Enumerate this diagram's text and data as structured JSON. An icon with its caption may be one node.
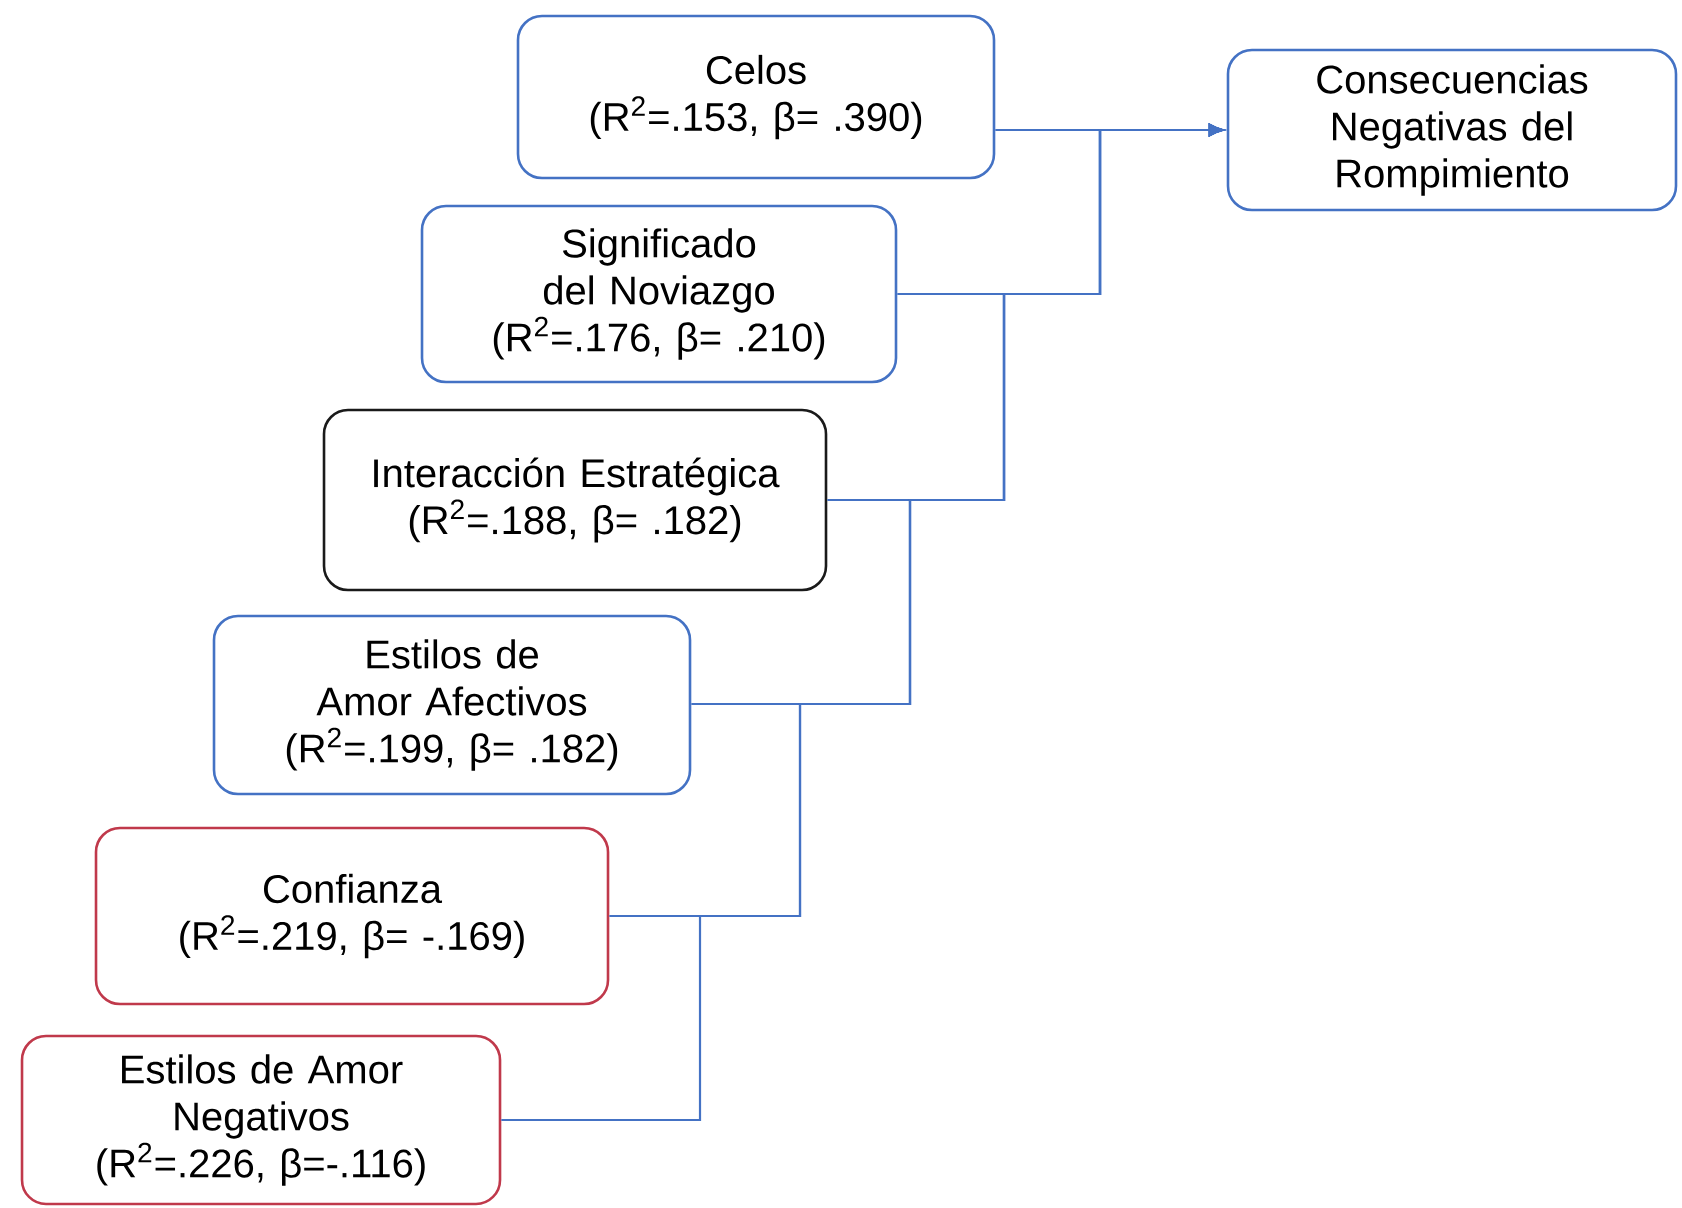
{
  "diagram": {
    "nodes": [
      {
        "text": [
          "Celos",
          "(R$^{2}$=.153, β= .390)"
        ]
      },
      {
        "text": [
          "Consecuencias Negativas del Rompimiento"
        ]
      },
      {
        "text": [
          "Significado del Noviazgo",
          "(R$^{2}$=.176, β= .210)"
        ]
      },
      {
        "text": [
          "Interacción Estratégica",
          "(R$^{2}$=.188, β= .182)"
        ]
      },
      {
        "text": [
          "Estilos de Amor Afectivos",
          "(R$^{2}$=.199, β= .182)"
        ]
      },
      {
        "text": [
          "Confianza",
          "(R$^{2}$=.219, β= -.169)"
        ]
      },
      {
        "text": [
          "Estilos de Amor Negativos",
          "(R$^{2}$=.226, β=-.116)"
        ]
      }
    ],
    "edges": [
      {
        "from": 0,
        "to": 1,
        "arrow": "to"
      },
      {
        "from": 2,
        "to": 1,
        "arrow": "to"
      },
      {
        "from": 3,
        "to": 1,
        "arrow": "to"
      },
      {
        "from": 4,
        "to": 1,
        "arrow": "to"
      },
      {
        "from": 5,
        "to": 1,
        "arrow": "to"
      },
      {
        "from": 6,
        "to": 1,
        "arrow": "to"
      }
    ]
  }
}
